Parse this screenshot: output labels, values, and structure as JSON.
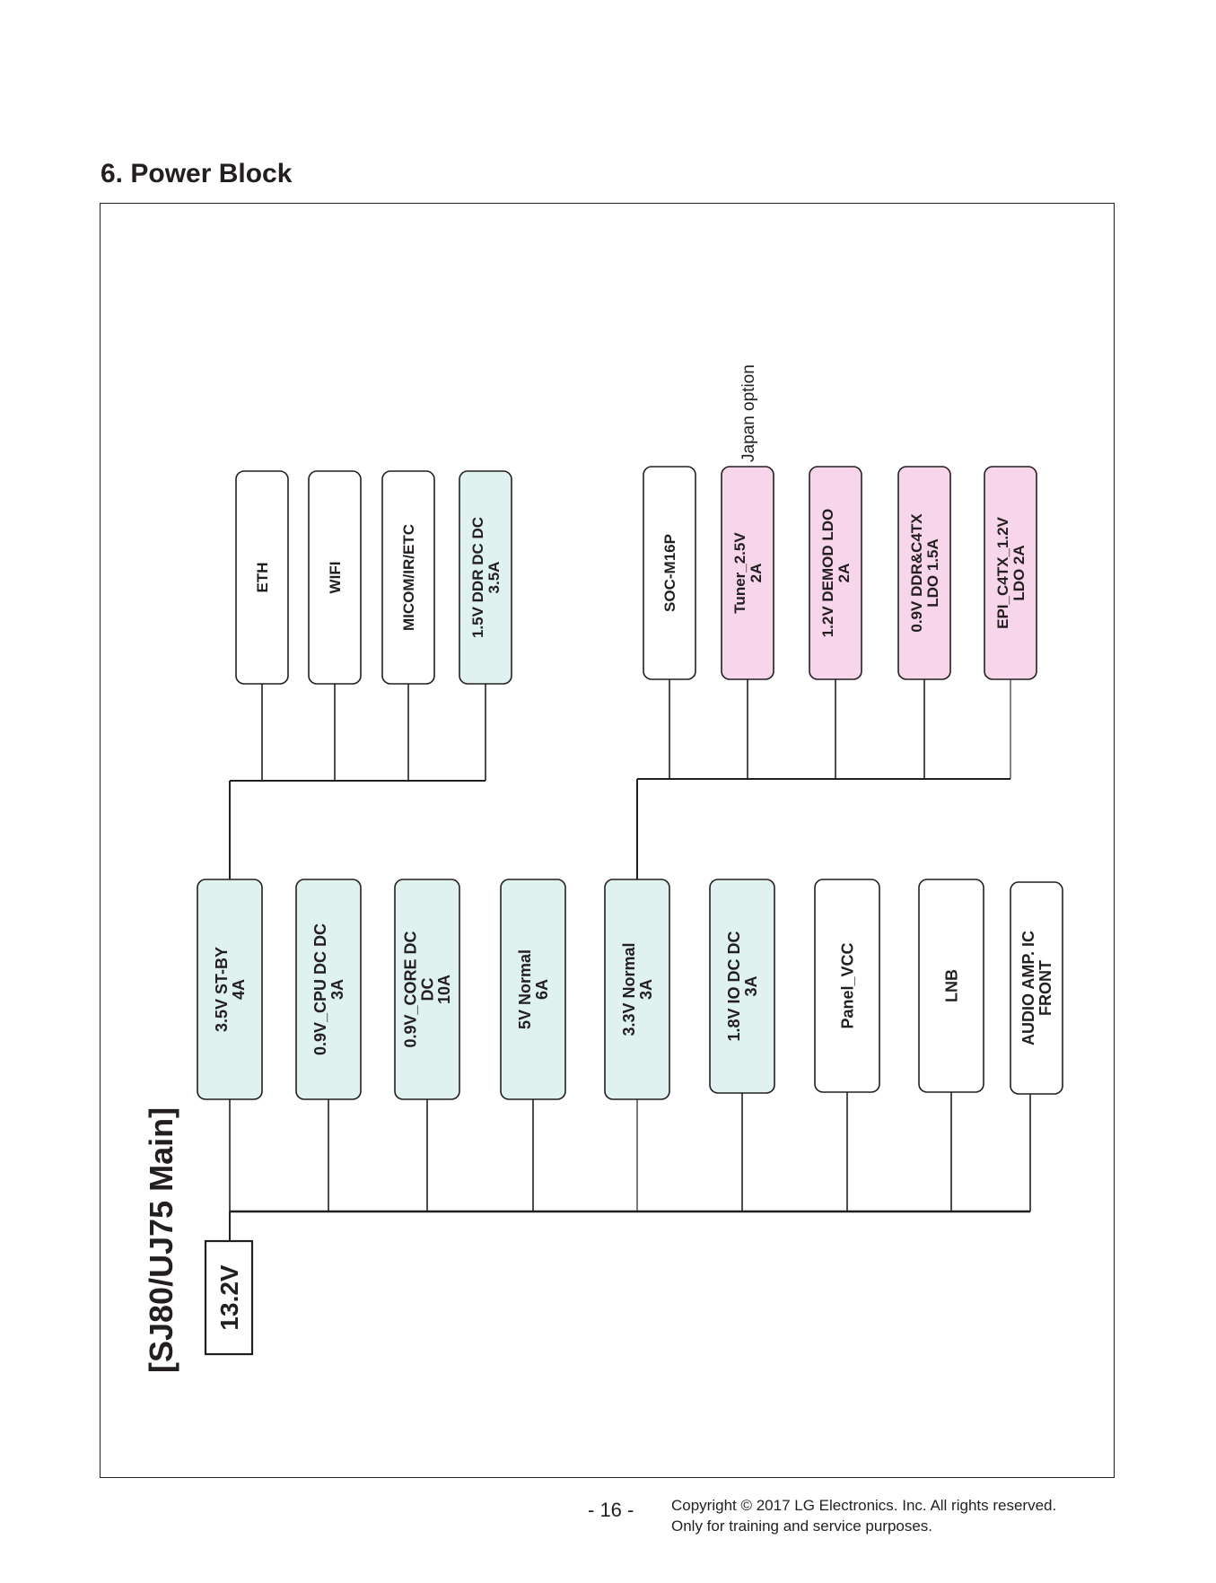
{
  "title": "6. Power Block",
  "board_label": "[SJ80/UJ75 Main]",
  "input_label": "13.2V",
  "note": "Japan option",
  "regulators": [
    {
      "id": "st-by-3-5v",
      "lines": [
        "3.5V ST-BY",
        "4A"
      ],
      "fill": "#dff2ef"
    },
    {
      "id": "cpu-0-9v",
      "lines": [
        "0.9V_CPU DC DC",
        "3A"
      ],
      "fill": "#dff2ef"
    },
    {
      "id": "core-0-9v",
      "lines": [
        "0.9V_CORE DC",
        "DC",
        "10A"
      ],
      "fill": "#dff2ef"
    },
    {
      "id": "normal-5v",
      "lines": [
        "5V Normal",
        "6A"
      ],
      "fill": "#dff2ef"
    },
    {
      "id": "normal-3-3v",
      "lines": [
        "3.3V Normal",
        "3A"
      ],
      "fill": "#dff2ef"
    },
    {
      "id": "io-1-8v",
      "lines": [
        "1.8V IO DC DC",
        "3A"
      ],
      "fill": "#dff2ef"
    },
    {
      "id": "panel-vcc",
      "lines": [
        "Panel_VCC"
      ],
      "fill": "#ffffff"
    },
    {
      "id": "lnb",
      "lines": [
        "LNB"
      ],
      "fill": "#ffffff"
    },
    {
      "id": "audio-amp",
      "lines": [
        "AUDIO AMP. IC",
        "FRONT"
      ],
      "fill": "#ffffff"
    }
  ],
  "standby_loads": [
    {
      "id": "eth",
      "lines": [
        "ETH"
      ],
      "fill": "#ffffff"
    },
    {
      "id": "wifi",
      "lines": [
        "WIFI"
      ],
      "fill": "#ffffff"
    },
    {
      "id": "micom",
      "lines": [
        "MICOM/IR/ETC"
      ],
      "fill": "#ffffff"
    },
    {
      "id": "ddr-1-5v",
      "lines": [
        "1.5V DDR DC DC",
        "3.5A"
      ],
      "fill": "#dff2ef"
    }
  ],
  "normal_loads": [
    {
      "id": "soc",
      "lines": [
        "SOC-M16P"
      ],
      "fill": "#ffffff"
    },
    {
      "id": "tuner",
      "lines": [
        "Tuner_2.5V",
        "2A"
      ],
      "fill": "#f7d5ea"
    },
    {
      "id": "demod",
      "lines": [
        "1.2V DEMOD LDO",
        "2A"
      ],
      "fill": "#f7d5ea"
    },
    {
      "id": "ddr-c4tx",
      "lines": [
        "0.9V DDR&C4TX",
        "LDO 1.5A"
      ],
      "fill": "#f7d5ea"
    },
    {
      "id": "epi",
      "lines": [
        "EPI_C4TX_1.2V",
        "LDO 2A"
      ],
      "fill": "#f7d5ea"
    }
  ],
  "footer": {
    "page_number": "- 16 -",
    "copyright_line1": "Copyright  © 2017 LG Electronics. Inc. All rights reserved.",
    "copyright_line2": "Only for training and service purposes."
  }
}
